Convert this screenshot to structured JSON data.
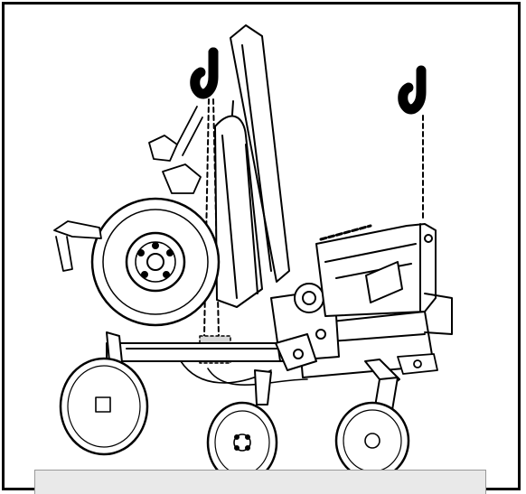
{
  "figure": {
    "background": "#ffffff",
    "frame_color": "#000000",
    "ground_color": "#e9e9e9",
    "lifting_points": 2,
    "icons": {
      "hook": "crane-hook-icon",
      "sling": "dashed-sling-line",
      "machine": "folded-seed-drill-illustration"
    }
  }
}
